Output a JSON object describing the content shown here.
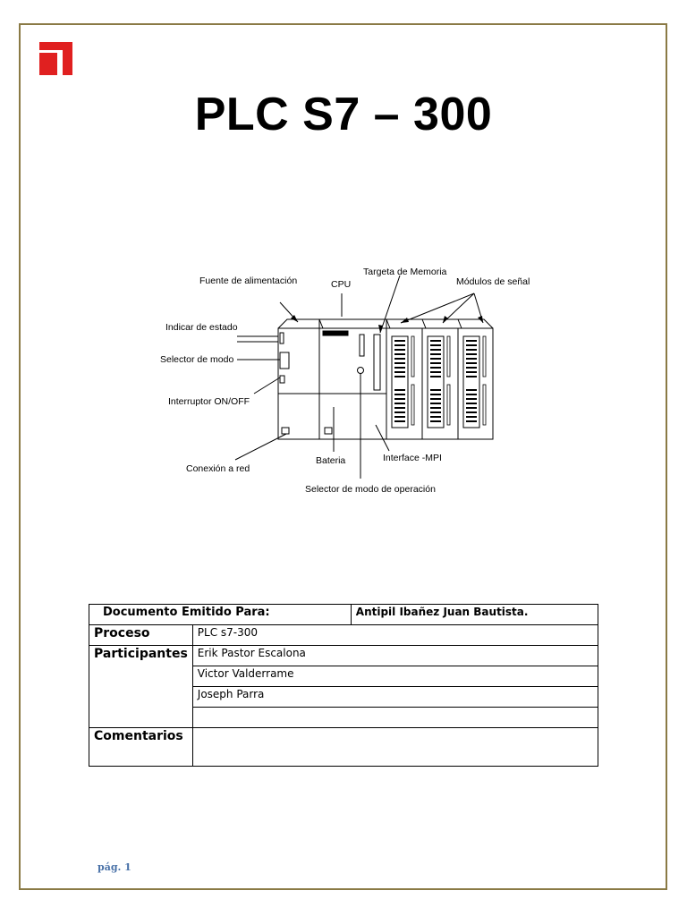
{
  "document": {
    "title": "PLC S7 – 300",
    "footer_page": "pág. 1",
    "colors": {
      "logo_red": "#e02020",
      "border": "#8a7a45",
      "footer_blue": "#4a72a8"
    }
  },
  "diagram": {
    "labels": {
      "fuente": "Fuente de alimentación",
      "cpu": "CPU",
      "targeta": "Targeta de Memoria",
      "modulos": "Módulos de señal",
      "indicar": "Indicar de estado",
      "selector_modo": "Selector de modo",
      "interruptor": "Interruptor ON/OFF",
      "conexion": "Conexión a red",
      "bateria": "Bateria",
      "interface": "Interface -MPI",
      "selector_operacion": "Selector de modo de operación"
    }
  },
  "table": {
    "emitido_label": "Documento Emitido Para:",
    "emitido_value": "Antipil Ibañez Juan Bautista.",
    "proceso_label": "Proceso",
    "proceso_value": "PLC s7-300",
    "participantes_label": "Participantes",
    "participantes": [
      "Erik Pastor Escalona",
      "Victor Valderrame",
      "Joseph Parra",
      ""
    ],
    "comentarios_label": "Comentarios",
    "comentarios_value": ""
  }
}
